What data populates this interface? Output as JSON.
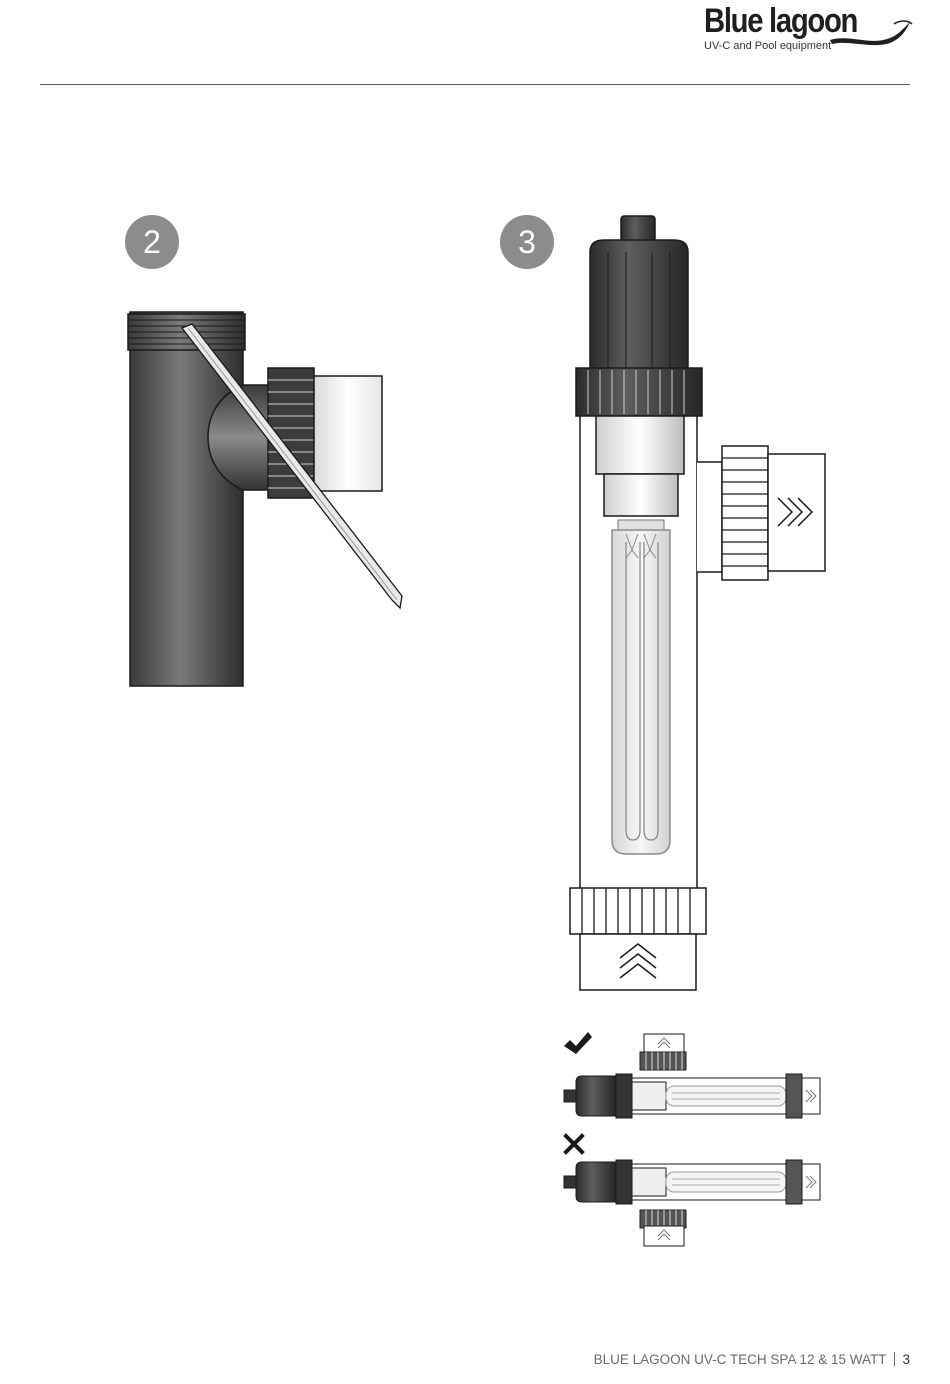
{
  "brand": {
    "name": "Blue lagoon",
    "tagline": "UV-C and Pool equipment"
  },
  "steps": [
    {
      "number": "2"
    },
    {
      "number": "3"
    }
  ],
  "icons": {
    "correct": "checkmark-icon",
    "incorrect": "cross-icon",
    "flow": "double-chevron-icon"
  },
  "colors": {
    "badge": "#8c8c8c",
    "housing_dark": "#3a3a3a",
    "rule": "#5a5a5a",
    "footer_text": "#6a6a6a"
  },
  "footer": {
    "title": "BLUE LAGOON UV-C TECH SPA 12 & 15 WATT",
    "page": "3"
  }
}
